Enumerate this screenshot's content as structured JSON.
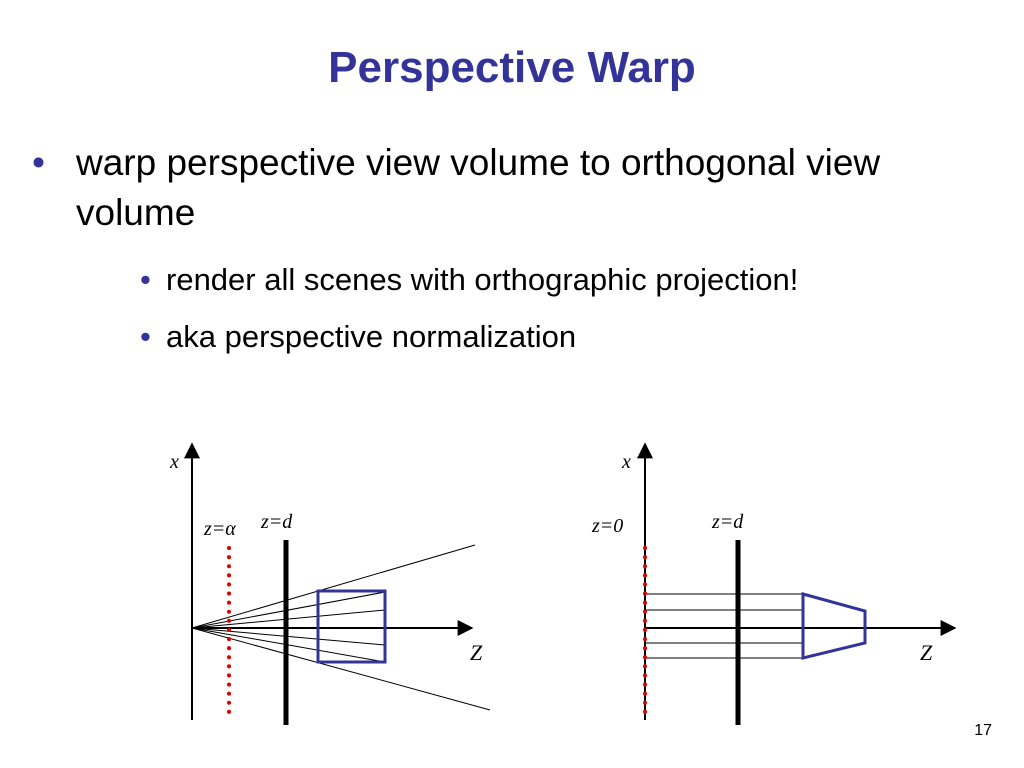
{
  "slide": {
    "title": "Perspective Warp",
    "bullets": [
      {
        "text": "warp perspective view volume to orthogonal view volume",
        "sub": [
          "render all scenes with orthographic projection!",
          "aka perspective normalization"
        ]
      }
    ],
    "page_number": "17"
  },
  "diagrams": {
    "left": {
      "x_axis_label": "x",
      "z_axis_label": "Z",
      "plane_alpha_label": "z=",
      "alpha_symbol": "α",
      "plane_d_label": "z=d"
    },
    "right": {
      "x_axis_label": "x",
      "z_axis_label": "Z",
      "plane_zero_label": "z=0",
      "plane_d_label": "z=d"
    }
  },
  "colors": {
    "title": "#333399",
    "bullet": "#333399",
    "frustum_box": "#333399",
    "dotted_plane": "#e00000",
    "axes": "#000000"
  }
}
